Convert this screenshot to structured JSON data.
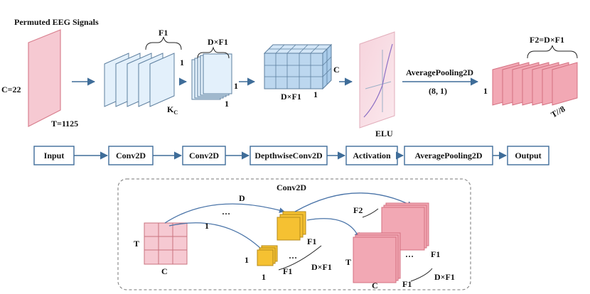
{
  "top_row": {
    "input_title": "Permuted EEG Signals",
    "input_c": "C=22",
    "input_t": "T=1125",
    "conv1_f": "F1",
    "conv1_one": "1",
    "conv1_k": "K",
    "conv1_k_sub": "C",
    "dw_top": "D×F1",
    "dw_one_a": "1",
    "dw_one_b": "1",
    "grid_c": "C",
    "grid_bottom": "D×F1",
    "grid_one": "1",
    "elu": "ELU",
    "pool_name": "AveragePooling2D",
    "pool_size": "(8, 1)",
    "out_top": "F2=D×F1",
    "out_one": "1",
    "out_t": "T//8"
  },
  "flow": [
    "Input",
    "Conv2D",
    "Conv2D",
    "DepthwiseConv2D",
    "Activation",
    "AveragePooling2D",
    "Output"
  ],
  "detail": {
    "title": "Conv2D",
    "t": "T",
    "c": "C",
    "d": "D",
    "one_path": "1",
    "dots": "…",
    "f1_top": "F1",
    "one_left": "1",
    "one_bottom": "1",
    "f1_bottom": "F1",
    "dxf1_mid": "D×F1",
    "f2": "F2",
    "t_right": "T",
    "c_right": "C",
    "f1_right_top": "F1",
    "f1_right_bottom": "F1",
    "dxf1_right": "D×F1"
  },
  "colors": {
    "flow_border": "#3f6d99",
    "arrow": "#3f6d99",
    "input_fill": "#f6c9d2",
    "input_stroke": "#d9808f",
    "kernel_fill": "#e3f0fb",
    "kernel_stroke": "#5d7f9f",
    "grid_fill": "#bcd7ef",
    "pink_fill": "#f2a8b4",
    "pink_stroke": "#d46f80",
    "yellow_fill": "#f5c132",
    "yellow_stroke": "#b58a1a",
    "dashed": "#777777"
  }
}
